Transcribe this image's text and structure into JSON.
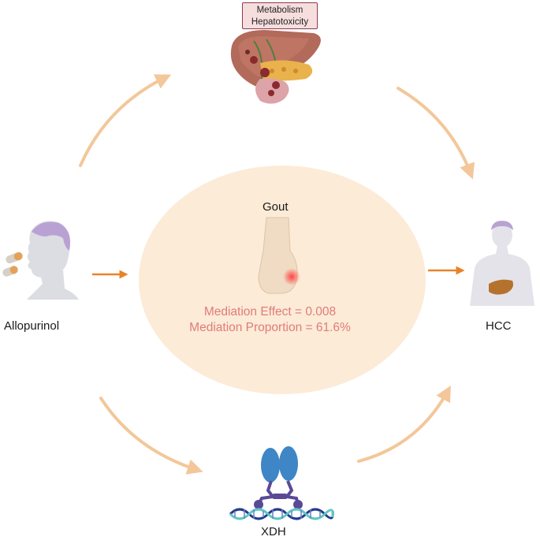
{
  "nodes": {
    "exposure": "Allopurinol",
    "outcome": "HCC",
    "mediator": "Gout",
    "mechanism_top": [
      "Metabolism",
      "Hepatotoxicity"
    ],
    "gene": "XDH"
  },
  "mediation": {
    "effect_text": "Mediation Effect = 0.008",
    "proportion_text": "Mediation Proportion = 61.6%"
  },
  "colors": {
    "arrow_light": "#f3c79a",
    "arrow_dark": "#e8832a",
    "ellipse_fill": "#fcebd7",
    "mediation_text": "#e07b7b"
  },
  "icons": [
    "pill-capsule-icon",
    "human-head-icon",
    "liver-pancreas-icon",
    "foot-icon",
    "human-body-icon",
    "protein-dimer-icon",
    "dna-helix-icon"
  ]
}
